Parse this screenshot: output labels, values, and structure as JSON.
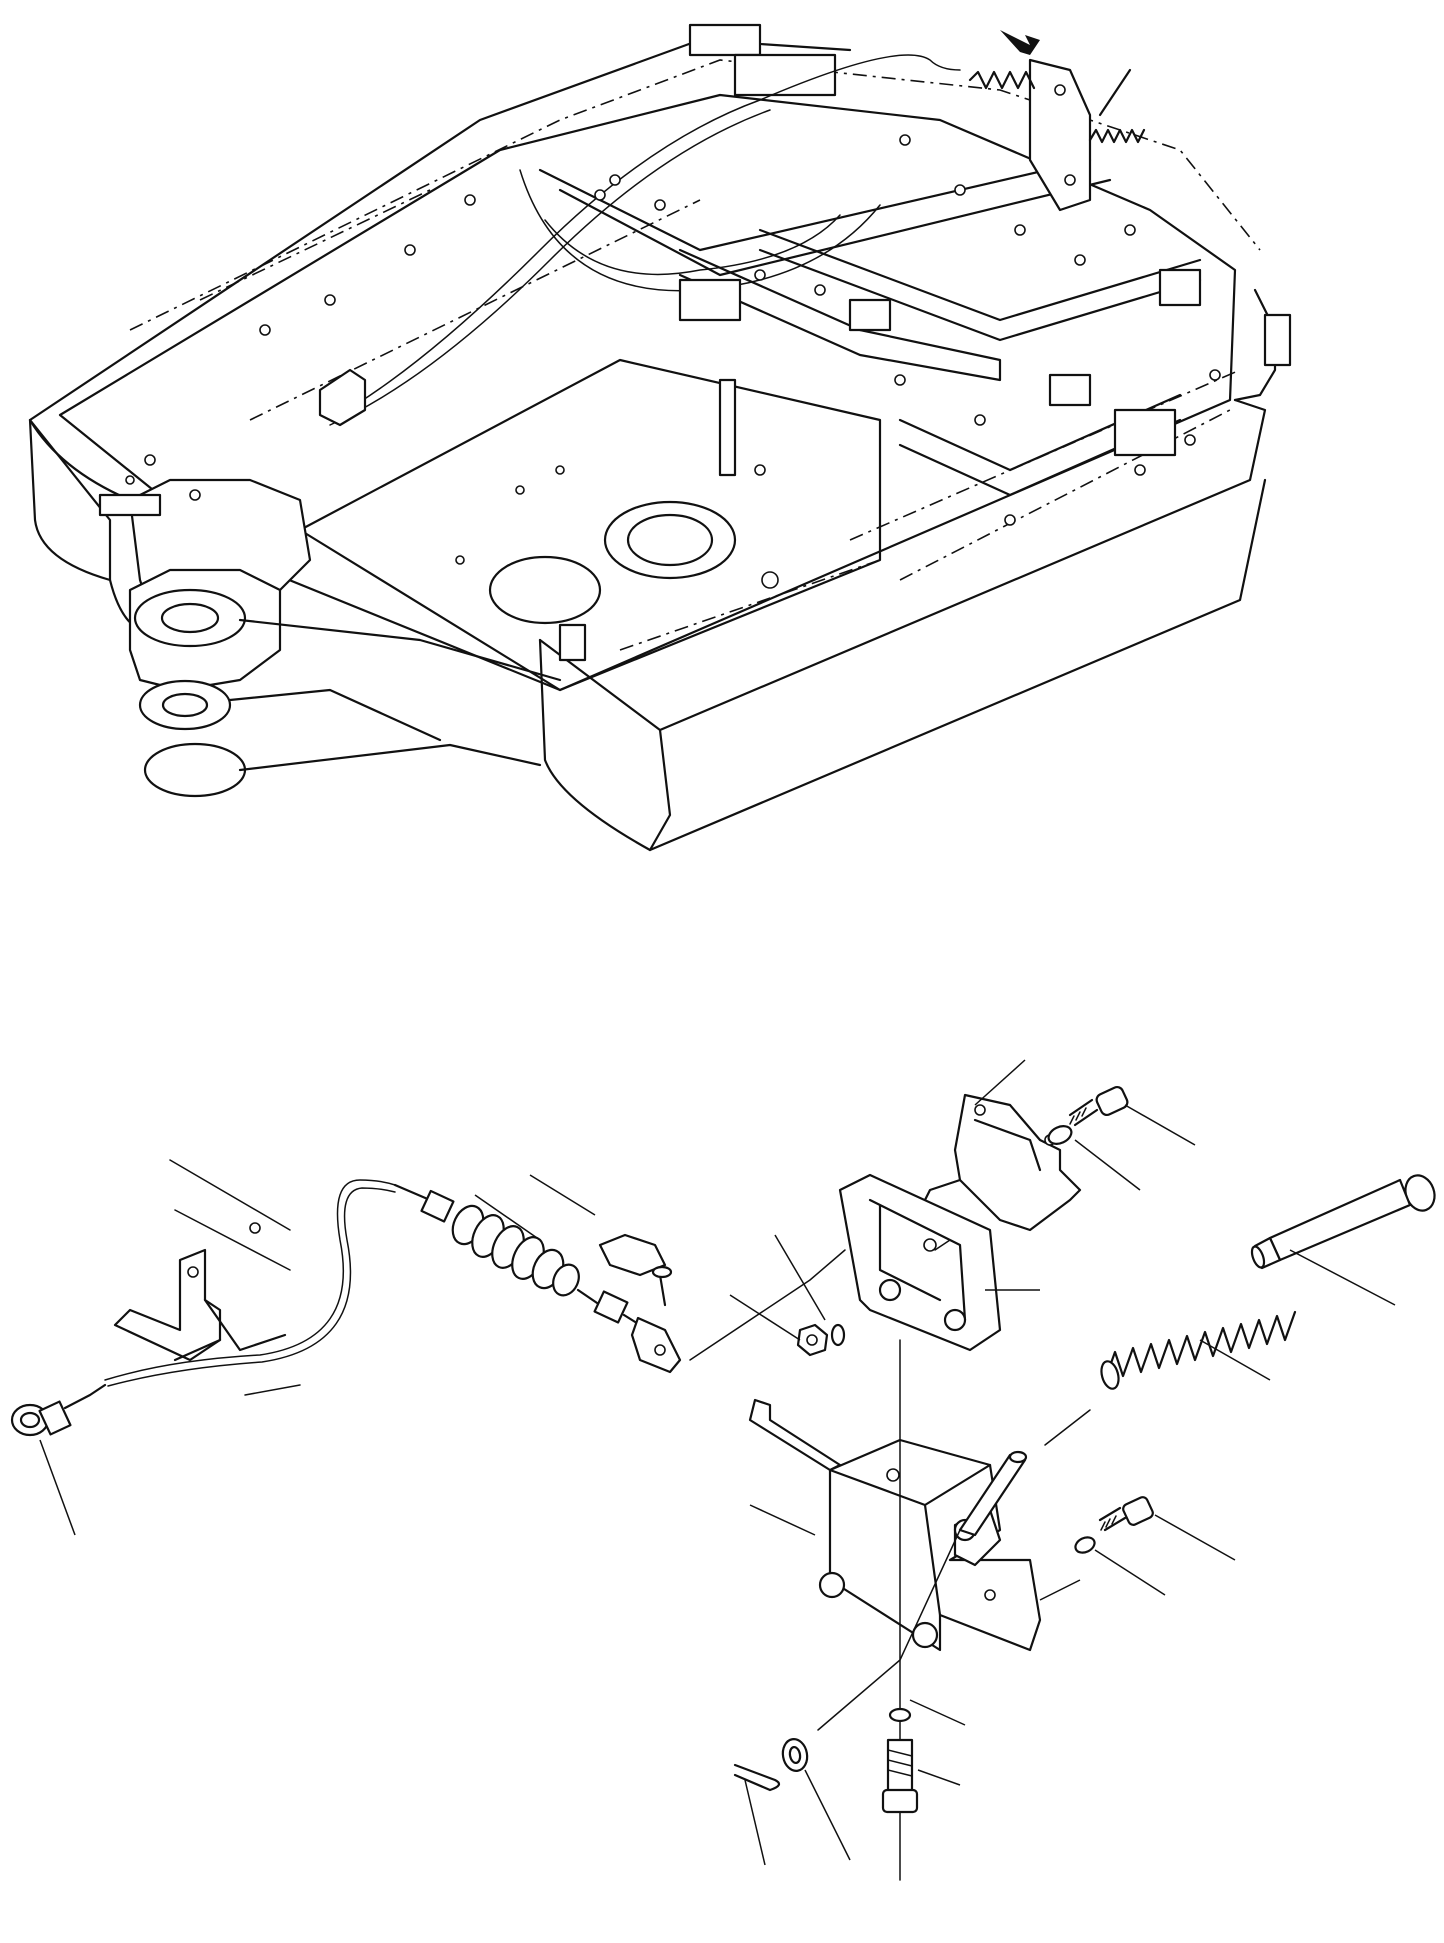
{
  "figure": {
    "views": [
      "machine-frame-overview",
      "exploded-detail"
    ],
    "callout_count": 16,
    "colors": {
      "ink": "#111111",
      "paper": "#ffffff"
    }
  }
}
